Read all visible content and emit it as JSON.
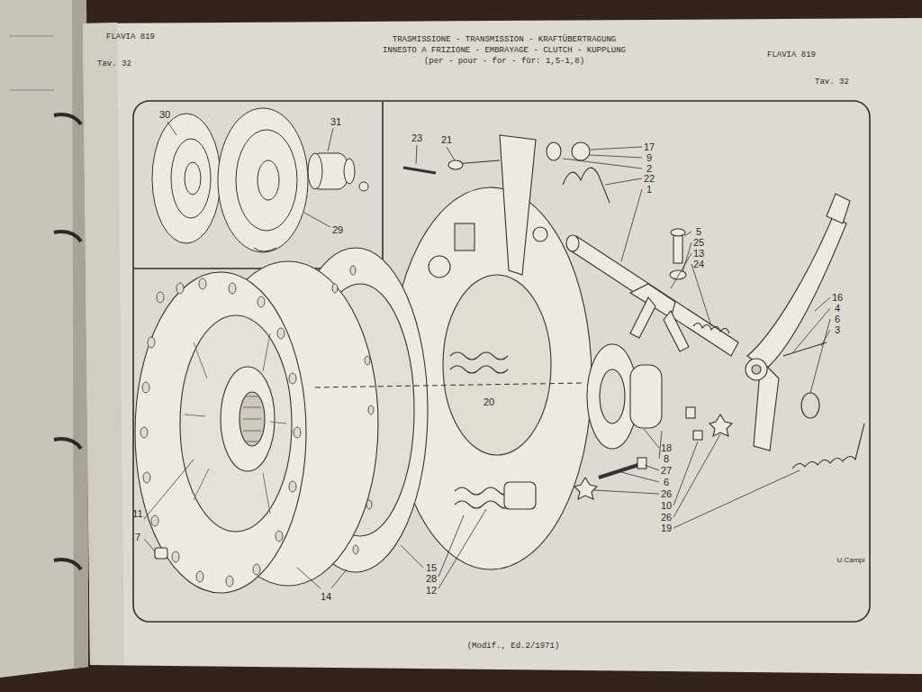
{
  "diagram": {
    "title": "TRASMISSIONE - TRANSMISSION - KRAFTÜBERTRAGUNG",
    "caption": "(Modif., Ed.2/1971)",
    "labels": [
      "FLAVIA 819",
      "Tav. 32",
      "INNESTO A FRIZIONE - EMBRAYAGE - CLUTCH - KUPPLUNG",
      "(per - pour - for - für: 1,5-1,8)",
      "FLAVIA 819",
      "Tav. 32",
      "30",
      "31",
      "29",
      "23",
      "21",
      "17",
      "9",
      "2",
      "22",
      "1",
      "5",
      "25",
      "13",
      "24",
      "16",
      "4",
      "6",
      "3",
      "20",
      "18",
      "8",
      "27",
      "6",
      "26",
      "10",
      "26",
      "19",
      "11",
      "7",
      "14",
      "15",
      "28",
      "12",
      "U.Campi"
    ]
  }
}
